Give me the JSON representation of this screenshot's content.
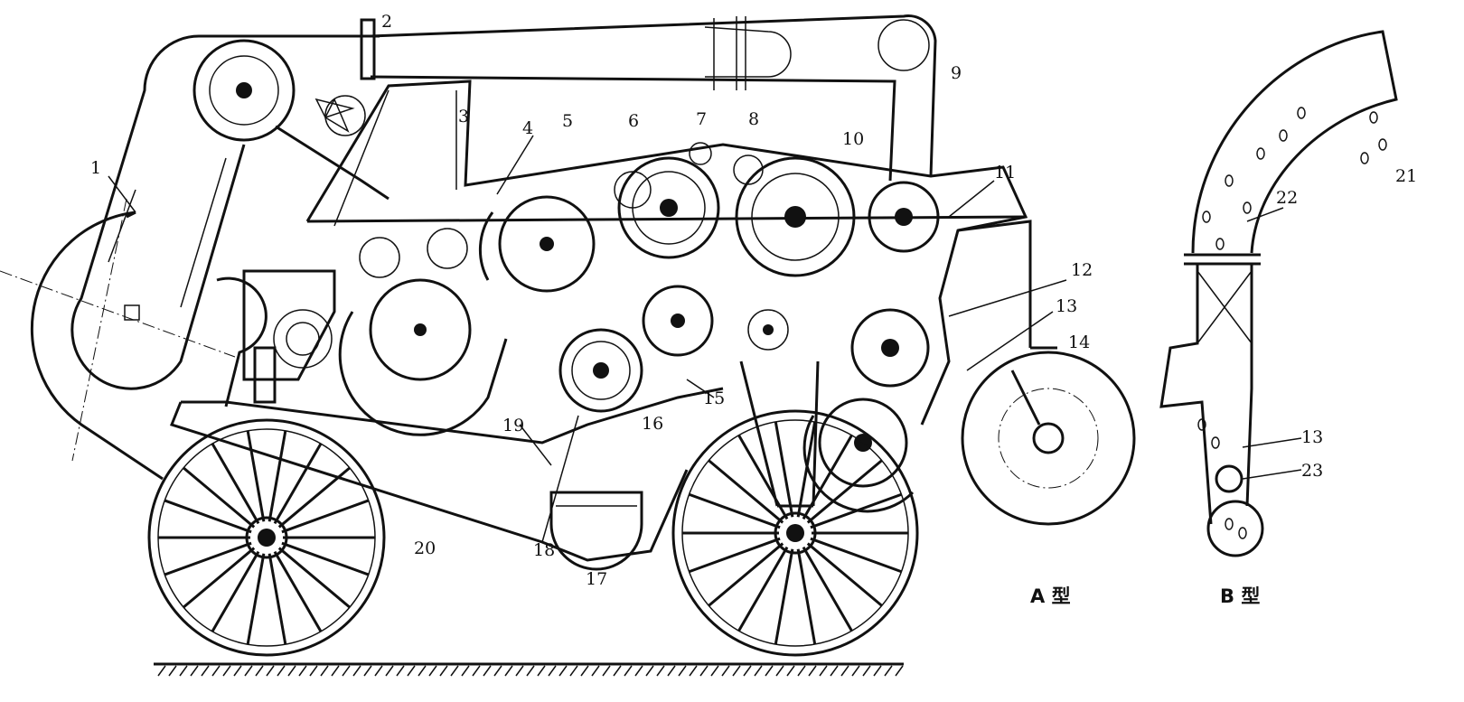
{
  "title": "Machine cross-section diagram",
  "labels": {
    "l1": "1",
    "l2": "2",
    "l3": "3",
    "l4": "4",
    "l5": "5",
    "l6": "6",
    "l7": "7",
    "l8": "8",
    "l9": "9",
    "l10": "10",
    "l11": "11",
    "l12": "12",
    "l13": "13",
    "l14": "14",
    "l15": "15",
    "l16": "16",
    "l17": "17",
    "l18": "18",
    "l19": "19",
    "l20": "20",
    "l21": "21",
    "l22": "22",
    "l13b": "13",
    "l23": "23"
  },
  "variants": {
    "a": "A 型",
    "b": "B 型"
  }
}
